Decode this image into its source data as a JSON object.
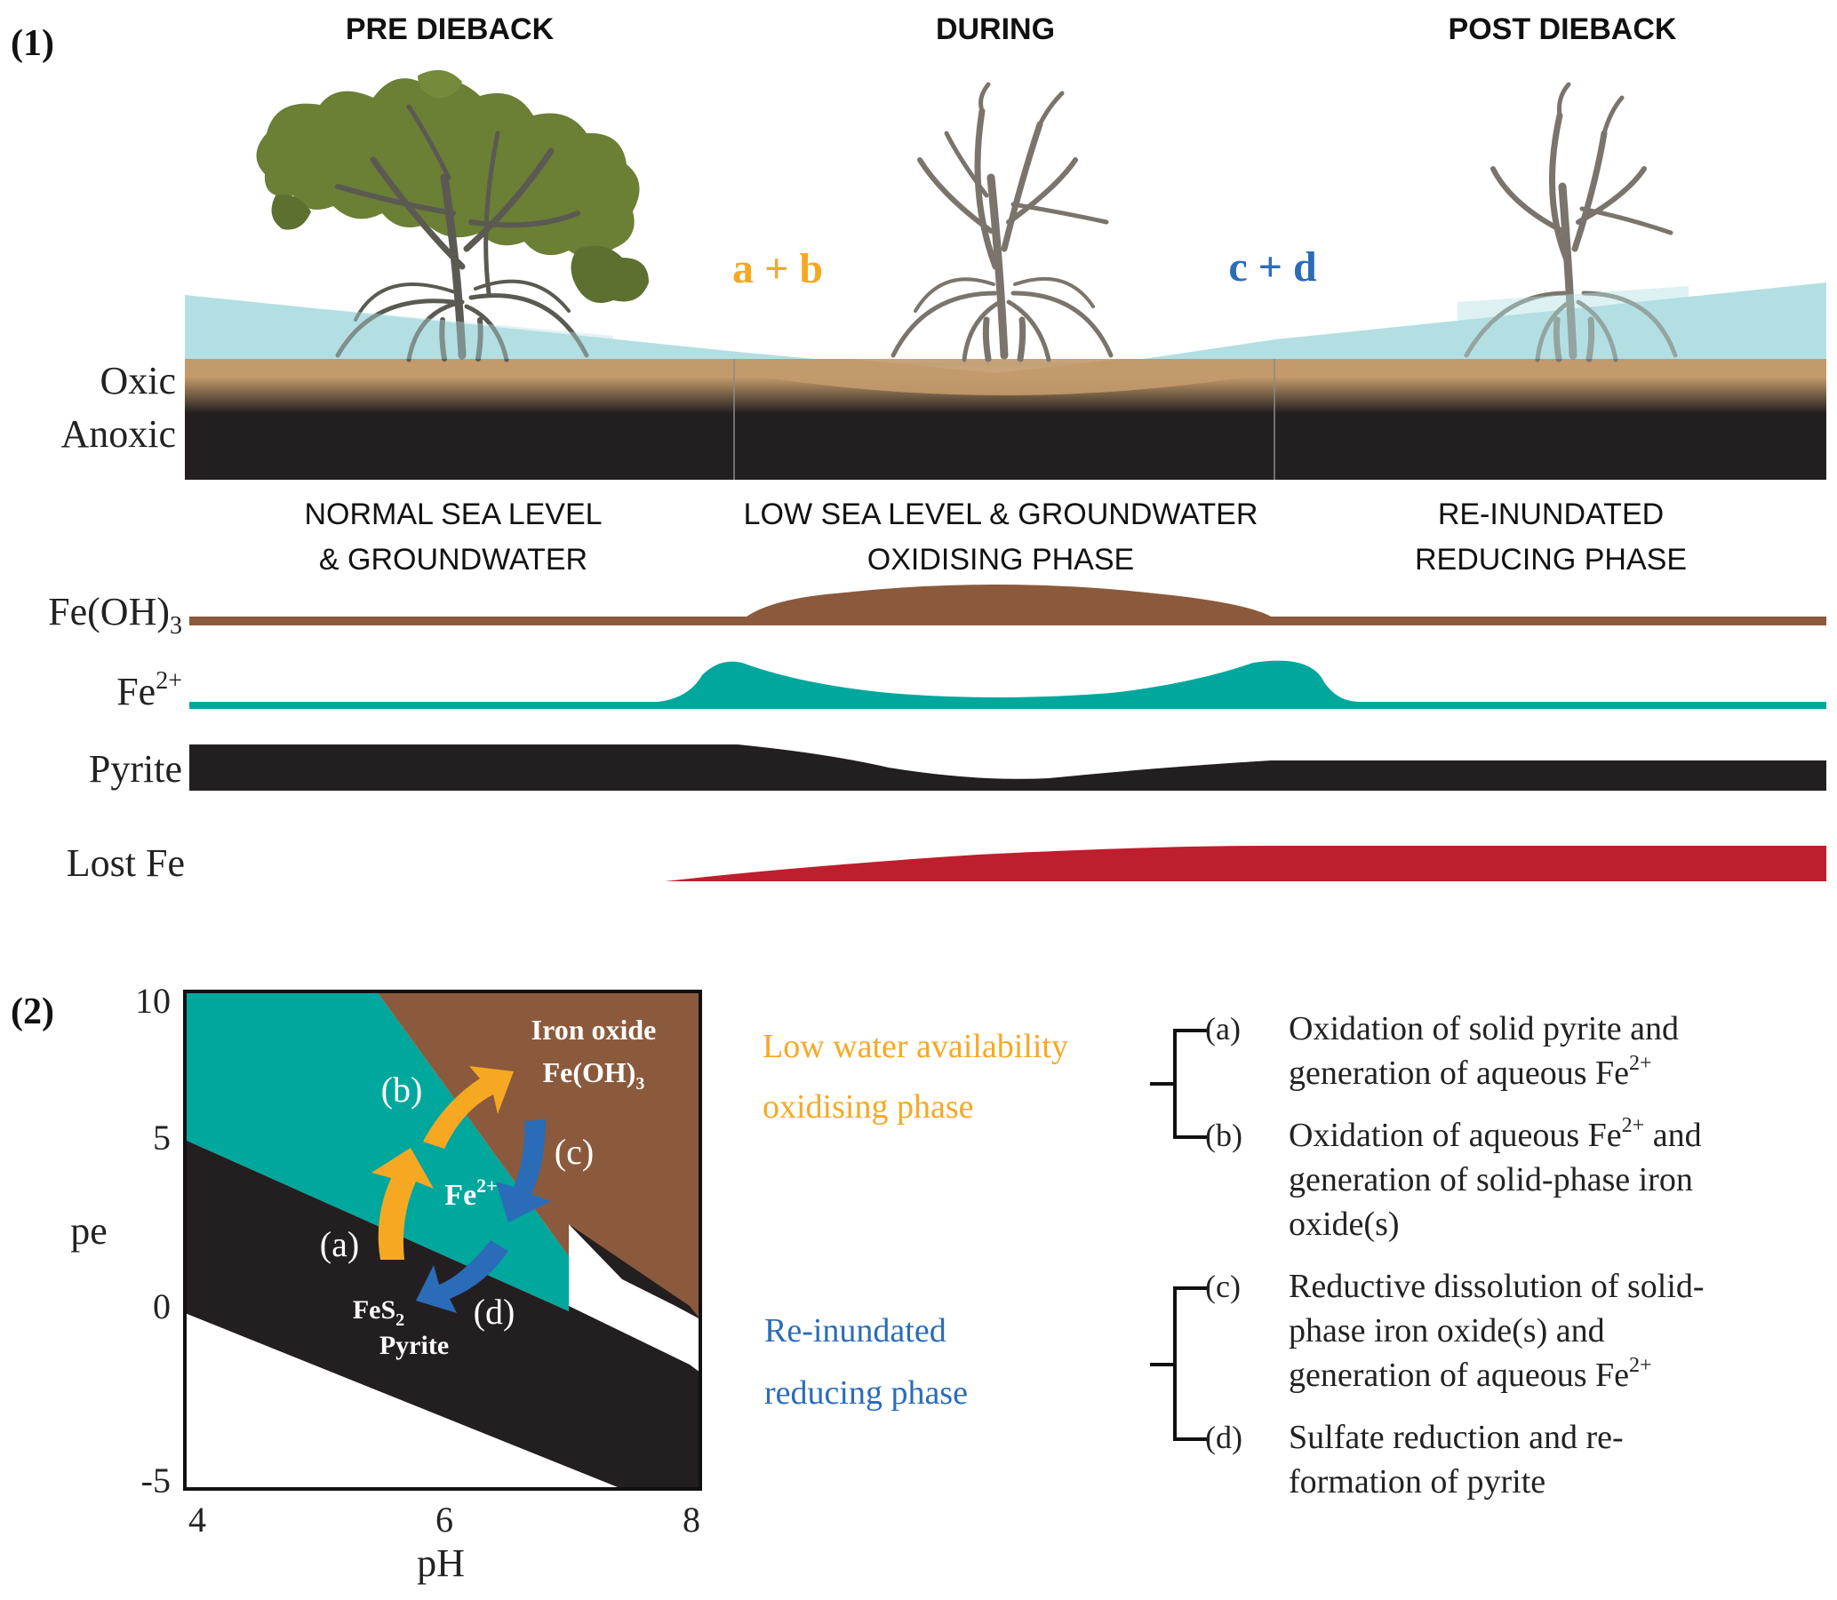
{
  "colors": {
    "water": "#b3dfe3",
    "soil_oxic": "#c39a6b",
    "soil_anoxic": "#231f20",
    "iron_oxide": "#8b5a3c",
    "ferrous": "#00a79d",
    "pyrite": "#231f20",
    "lost_fe": "#be1e2d",
    "orange": "#f7a823",
    "blue": "#2b6cb8",
    "canopy": "#6b7f35",
    "trunk_live": "#5a5a52",
    "trunk_dead": "#7a746c"
  },
  "panel1": {
    "label": "(1)",
    "stages": [
      "PRE DIEBACK",
      "DURING",
      "POST DIEBACK"
    ],
    "ab": "a + b",
    "cd": "c + d",
    "oxic": "Oxic",
    "anoxic": "Anoxic",
    "phase1_line1": "NORMAL SEA LEVEL",
    "phase1_line2": "& GROUNDWATER",
    "phase2_line1": "LOW SEA LEVEL & GROUNDWATER",
    "phase2_line2": "OXIDISING PHASE",
    "phase3_line1": "RE-INUNDATED",
    "phase3_line2": "REDUCING PHASE",
    "row_feoh": "Fe(OH)",
    "row_feoh_sub": "3",
    "row_fe2": "Fe",
    "row_fe2_sup": "2+",
    "row_pyrite": "Pyrite",
    "row_lost": "Lost Fe"
  },
  "panel2": {
    "label": "(2)",
    "x_label": "pH",
    "y_label": "pe",
    "x_ticks": [
      "4",
      "6",
      "8"
    ],
    "y_ticks": [
      "10",
      "5",
      "0",
      "-5"
    ],
    "iron_oxide_line1": "Iron oxide",
    "iron_oxide_line2": "Fe(OH)",
    "iron_oxide_sub": "3",
    "fe2": "Fe",
    "fe2_sup": "2+",
    "fes2": "FeS",
    "fes2_sub": "2",
    "pyrite": "Pyrite",
    "arrow_a": "(a)",
    "arrow_b": "(b)",
    "arrow_c": "(c)",
    "arrow_d": "(d)",
    "low_water_line1": "Low water availability",
    "low_water_line2": "oxidising phase",
    "reinundated_line1": "Re-inundated",
    "reinundated_line2": "reducing phase",
    "legend": {
      "a_key": "(a)",
      "a_line1": "Oxidation of solid pyrite and",
      "a_line2": "generation of aqueous Fe",
      "a_sup": "2+",
      "b_key": "(b)",
      "b_line1": "Oxidation of aqueous Fe",
      "b_sup": "2+",
      "b_line1_end": " and",
      "b_line2": "generation of solid-phase iron",
      "b_line3": "oxide(s)",
      "c_key": "(c)",
      "c_line1": "Reductive dissolution of solid-",
      "c_line2": "phase iron oxide(s) and",
      "c_line3": "generation of aqueous Fe",
      "c_sup": "2+",
      "d_key": "(d)",
      "d_line1": "Sulfate reduction and re-",
      "d_line2": "formation of pyrite"
    }
  }
}
